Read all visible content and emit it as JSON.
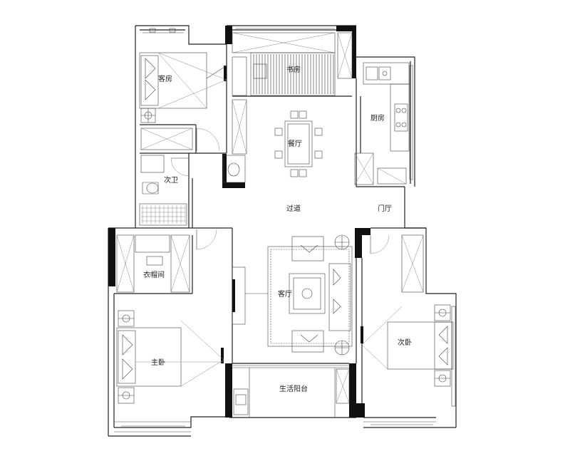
{
  "rooms": {
    "guest_room": "客房",
    "study": "书房",
    "kitchen": "厨房",
    "dining": "餐厅",
    "second_bath": "次卫",
    "corridor": "过道",
    "foyer": "门厅",
    "cloakroom": "衣帽间",
    "living": "客厅",
    "master_bedroom": "主卧",
    "second_bedroom": "次卧",
    "utility_balcony": "生活阳台"
  }
}
